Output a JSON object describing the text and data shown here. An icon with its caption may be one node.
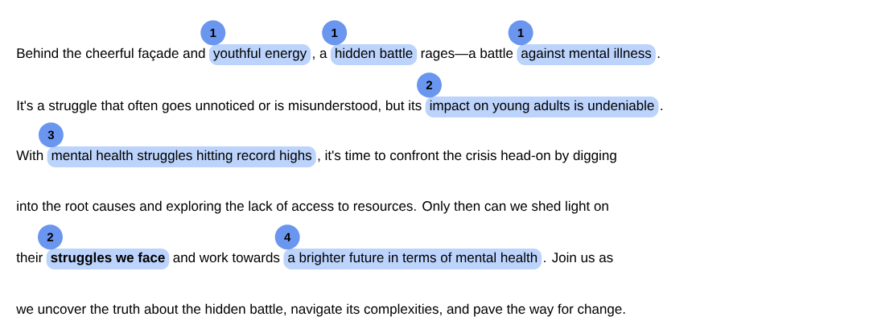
{
  "diagram": {
    "nodes": [
      {
        "text": [
          "youthful energy"
        ],
        "beside": [
          "1"
        ]
      },
      {
        "text": [
          "hidden battle"
        ],
        "beside": [
          "1"
        ]
      },
      {
        "text": [
          "against mental illness"
        ],
        "beside": [
          "1"
        ]
      },
      {
        "text": [
          "impact on young adults is undeniable"
        ],
        "beside": [
          "2"
        ]
      },
      {
        "text": [
          "mental health struggles hitting record highs"
        ],
        "beside": [
          "3"
        ]
      },
      {
        "text": [
          "struggles we face"
        ],
        "beside": [
          "2"
        ]
      },
      {
        "text": [
          "a brighter future in terms of mental health"
        ],
        "beside": [
          "4"
        ]
      }
    ],
    "labels": [
      "Behind the cheerful façade and",
      ", a",
      "rages—a battle",
      ".",
      "It's a struggle that often goes unnoticed or is misunderstood, but its",
      ".",
      "With",
      ", it's time to confront the crisis head-on by digging",
      "into the root causes and exploring the lack of access to resources. Only then can we shed light on",
      "their",
      "and work towards",
      ". Join us as",
      "we uncover the truth about the hidden battle, navigate its complexities, and pave the way for change."
    ]
  }
}
